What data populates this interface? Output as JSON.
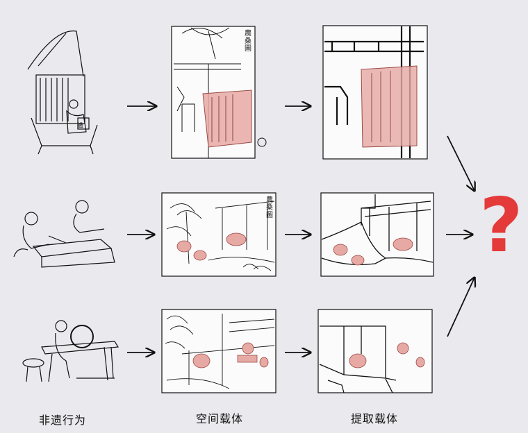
{
  "captions": {
    "behavior": "非遗行为",
    "space": "空间载体",
    "extract": "提取载体"
  },
  "question_mark": "?",
  "illustration_labels": {
    "row1_space_title": "農桑圖",
    "row1_figure_tag": "織",
    "row2_space_title": "農桑圖"
  },
  "colors": {
    "background": "#e9e9ee",
    "ink": "#111111",
    "highlight": "#e7a9a4",
    "question": "#e43a3a"
  }
}
